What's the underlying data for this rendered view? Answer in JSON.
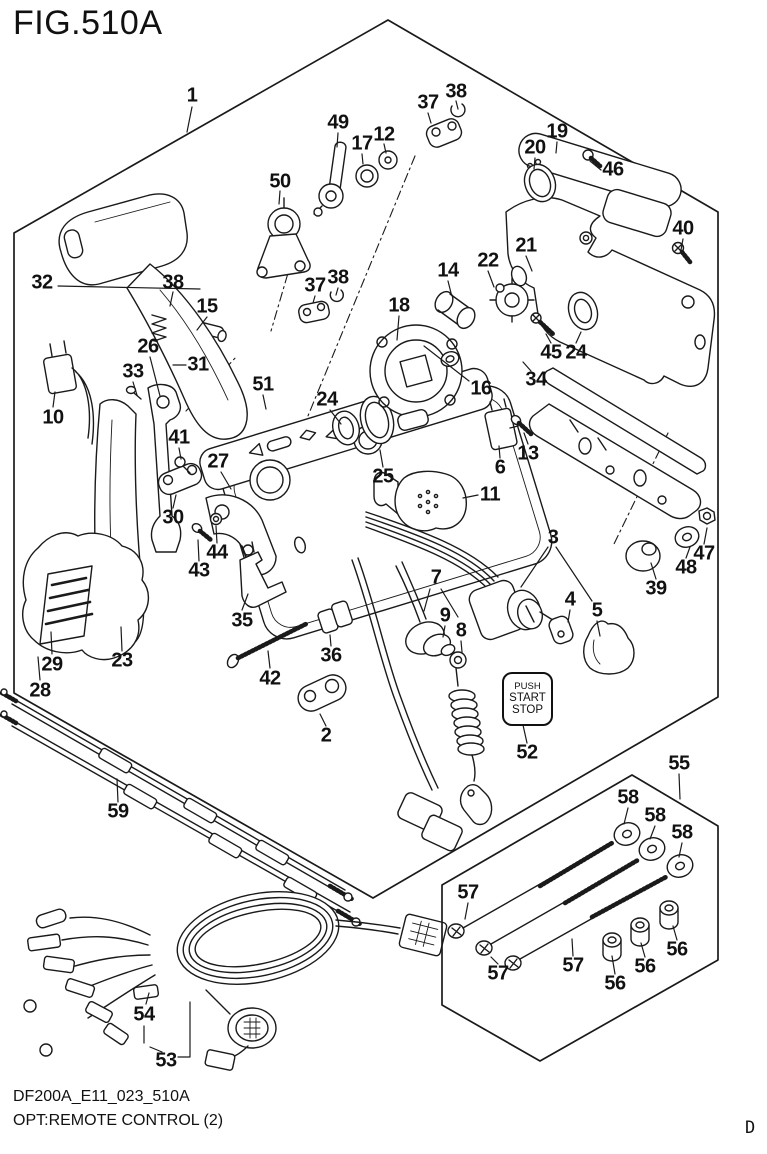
{
  "figure": {
    "title": "FIG.510A",
    "sheet_letter": "D"
  },
  "footer": {
    "drawing_code": "DF200A_E11_023_510A",
    "caption": "OPT:REMOTE CONTROL (2)"
  },
  "start_stop_button": {
    "line1": "PUSH",
    "line2": "START",
    "line3": "STOP"
  },
  "colors": {
    "ink": "#1a1a1a",
    "background": "#ffffff"
  },
  "part_labels": [
    "1",
    "2",
    "3",
    "4",
    "5",
    "6",
    "7",
    "8",
    "9",
    "10",
    "11",
    "12",
    "13",
    "14",
    "15",
    "16",
    "17",
    "18",
    "19",
    "20",
    "21",
    "22",
    "23",
    "24",
    "24",
    "25",
    "26",
    "27",
    "28",
    "29",
    "30",
    "31",
    "32",
    "33",
    "34",
    "35",
    "36",
    "37",
    "37",
    "38",
    "38",
    "38",
    "39",
    "40",
    "41",
    "42",
    "43",
    "44",
    "45",
    "46",
    "47",
    "48",
    "49",
    "50",
    "51",
    "52",
    "53",
    "54",
    "55",
    "56",
    "56",
    "56",
    "57",
    "57",
    "57",
    "58",
    "58",
    "58",
    "59"
  ]
}
